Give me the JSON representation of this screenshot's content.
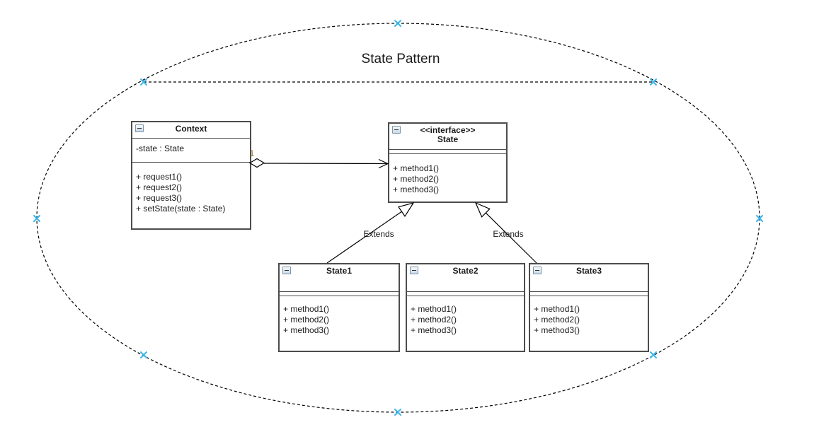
{
  "diagram": {
    "title": "State Pattern",
    "multiplicity_label": "1",
    "extends_label_left": "Extends",
    "extends_label_right": "Extends"
  },
  "classes": {
    "context": {
      "name": "Context",
      "attributes": [
        "-state : State"
      ],
      "methods": [
        "+ request1()",
        "+ request2()",
        "+ request3()",
        "+ setState(state : State)"
      ]
    },
    "state_interface": {
      "stereotype": "<<interface>>",
      "name": "State",
      "methods": [
        "+ method1()",
        "+ method2()",
        "+ method3()"
      ]
    },
    "state1": {
      "name": "State1",
      "methods": [
        "+ method1()",
        "+ method2()",
        "+ method3()"
      ]
    },
    "state2": {
      "name": "State2",
      "methods": [
        "+ method1()",
        "+ method2()",
        "+ method3()"
      ]
    },
    "state3": {
      "name": "State3",
      "methods": [
        "+ method1()",
        "+ method2()",
        "+ method3()"
      ]
    }
  },
  "colors": {
    "handle": "#3bb7ec",
    "line": "#000000",
    "border": "#4c4c4c",
    "multiplicity": "#8c6d1f"
  }
}
